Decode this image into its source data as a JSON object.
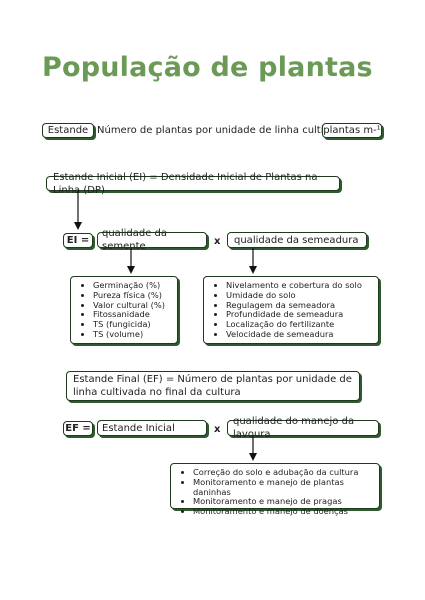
{
  "title": "População de plantas",
  "stand": {
    "label": "Estande",
    "definition": "Número de plantas por unidade de linha cultivada",
    "unit": "plantas m-¹"
  },
  "initial_stand": {
    "definition": "Estande Inicial (EI) = Densidade Inicial de Plantas na Linha (DP)",
    "formula_label": "EI =",
    "factor_a": "qualidade da semente",
    "operator": "x",
    "factor_b": "qualidade da semeadura",
    "seed_quality_items": [
      "Germinação (%)",
      "Pureza física (%)",
      "Valor cultural (%)",
      "Fitossanidade",
      "TS (fungicida)",
      "TS (volume)"
    ],
    "sowing_quality_items": [
      "Nivelamento e cobertura do solo",
      "Umidade do solo",
      "Regulagem da semeadora",
      "Profundidade de semeadura",
      "Localização do fertilizante",
      "Velocidade de semeadura"
    ]
  },
  "final_stand": {
    "definition": "Estande Final (EF) = Número de plantas por unidade de linha cultivada no final da cultura",
    "formula_label": "EF =",
    "factor_a": "Estande Inicial",
    "operator": "x",
    "factor_b": "qualidade do manejo da lavoura",
    "management_items": [
      "Correção do solo e adubação da cultura",
      "Monitoramento e manejo de plantas daninhas",
      "Monitoramento e manejo de pragas",
      "Monitoramento e manejo de doenças"
    ]
  }
}
